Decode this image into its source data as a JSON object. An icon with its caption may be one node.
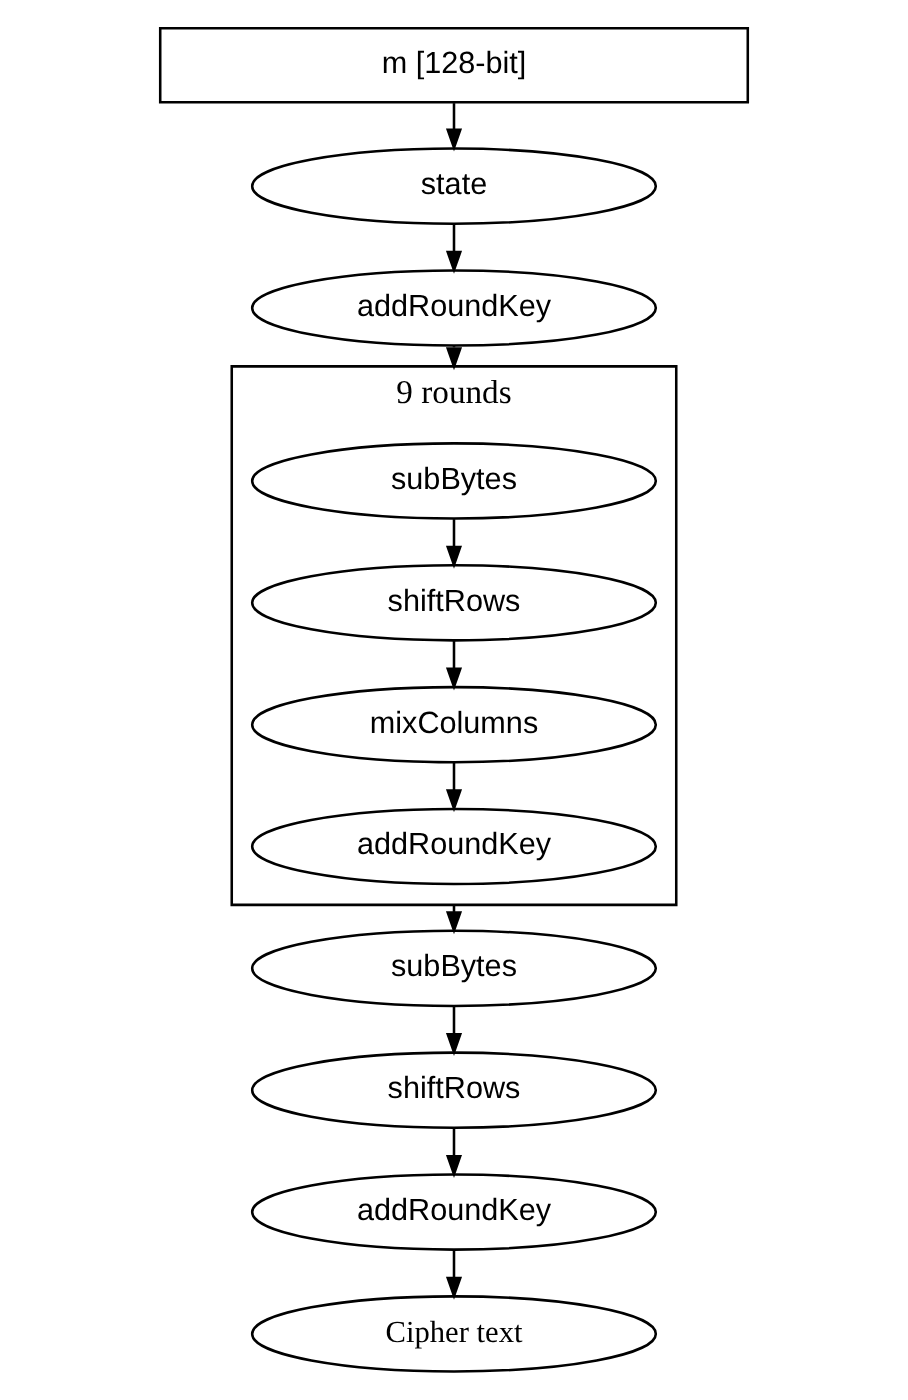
{
  "diagram": {
    "nodes": [
      {
        "text": [
          "m [128-bit]"
        ]
      },
      {
        "text": [
          "state"
        ]
      },
      {
        "text": [
          "addRoundKey"
        ]
      },
      {
        "text": [
          "9 rounds"
        ]
      },
      {
        "text": [
          "subBytes"
        ],
        "in": 3
      },
      {
        "text": [
          "shiftRows"
        ],
        "in": 3
      },
      {
        "text": [
          "mixColumns"
        ],
        "in": 3
      },
      {
        "text": [
          "addRoundKey"
        ],
        "in": 3
      },
      {
        "text": [
          "subBytes"
        ]
      },
      {
        "text": [
          "shiftRows"
        ]
      },
      {
        "text": [
          "addRoundKey"
        ]
      },
      {
        "text": [
          "Cipher text"
        ]
      }
    ],
    "edges": [
      {
        "from": 0,
        "to": 1,
        "arrow": "to"
      },
      {
        "from": 1,
        "to": 2,
        "arrow": "to"
      },
      {
        "from": 2,
        "to": 3,
        "arrow": "to"
      },
      {
        "from": 4,
        "to": 5,
        "arrow": "to"
      },
      {
        "from": 5,
        "to": 6,
        "arrow": "to"
      },
      {
        "from": 6,
        "to": 7,
        "arrow": "to"
      },
      {
        "from": 3,
        "to": 8,
        "arrow": "to"
      },
      {
        "from": 8,
        "to": 9,
        "arrow": "to"
      },
      {
        "from": 9,
        "to": 10,
        "arrow": "to"
      },
      {
        "from": 10,
        "to": 11,
        "arrow": "to"
      }
    ]
  }
}
